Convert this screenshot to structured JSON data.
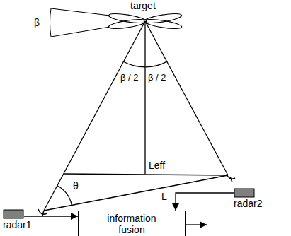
{
  "diagram": {
    "nodes": [
      {
        "text": [
          "radar1"
        ]
      },
      {
        "text": [
          "information fusion"
        ]
      },
      {
        "text": [
          "radar2"
        ]
      }
    ],
    "edges": [
      {
        "from": 0,
        "to": 1,
        "arrow": "to"
      },
      {
        "from": 2,
        "to": 1,
        "arrow": "to"
      }
    ],
    "labels": [
      "target",
      "β",
      "β / 2",
      "β / 2",
      "θ",
      "Leff",
      "L"
    ]
  }
}
